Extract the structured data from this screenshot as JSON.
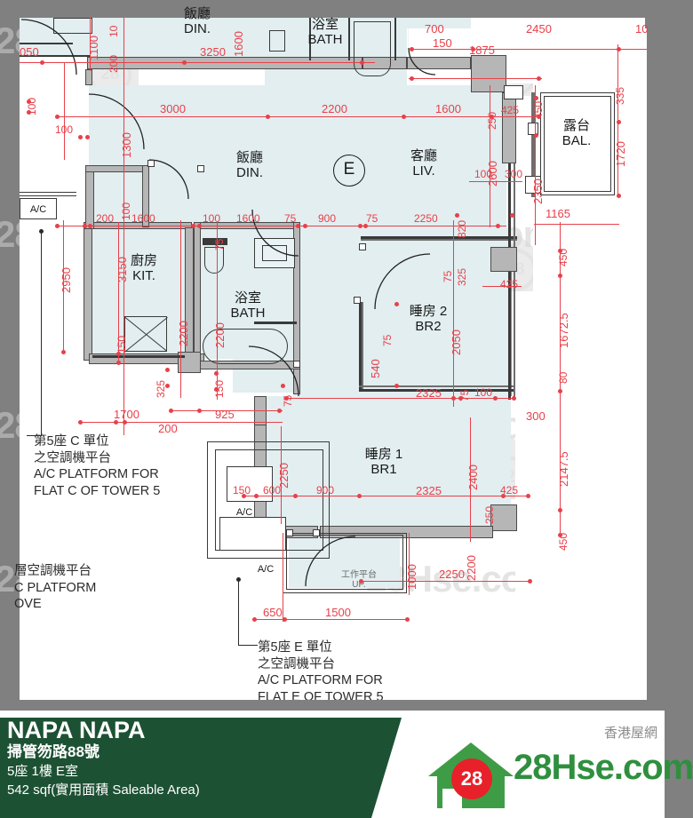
{
  "footer": {
    "title": "NAPA NAPA",
    "address": "掃管笏路88號",
    "unit": "5座 1樓 E室",
    "area": "542 sqf(實用面積 Saleable Area)",
    "brand_cn": "香港屋網",
    "brand_word": "28Hse.com",
    "brand_badge": "28",
    "brand_green": "#2f8f3e",
    "brand_red": "#e8202a",
    "panel_green": "#1d5134"
  },
  "plan": {
    "unit_marker": "E",
    "accent_dim_color": "#e8404a",
    "room_fill": "#e2eef0",
    "rooms": [
      {
        "name": "dining-top",
        "cn": "飯廳",
        "en": "DIN."
      },
      {
        "name": "bath-top",
        "cn": "浴室",
        "en": "BATH"
      },
      {
        "name": "dining",
        "cn": "飯廳",
        "en": "DIN."
      },
      {
        "name": "living",
        "cn": "客廳",
        "en": "LIV."
      },
      {
        "name": "balcony",
        "cn": "露台",
        "en": "BAL."
      },
      {
        "name": "kitchen",
        "cn": "廚房",
        "en": "KIT."
      },
      {
        "name": "bath",
        "cn": "浴室",
        "en": "BATH"
      },
      {
        "name": "bedroom-2",
        "cn": "睡房 2",
        "en": "BR2"
      },
      {
        "name": "bedroom-1",
        "cn": "睡房 1",
        "en": "BR1"
      },
      {
        "name": "utility",
        "cn": "工作平台",
        "en": "UP."
      }
    ],
    "ac_labels": [
      "A/C",
      "A/C",
      "A/C"
    ],
    "notes": [
      {
        "name": "note-flat-c",
        "lines": [
          "第5座 C 單位",
          "之空調機平台",
          "A/C PLATFORM FOR",
          "FLAT C OF TOWER 5"
        ]
      },
      {
        "name": "note-above",
        "lines": [
          "層空調機平台",
          "C PLATFORM",
          "OVE"
        ]
      },
      {
        "name": "note-flat-e",
        "lines": [
          "第5座 E 單位",
          "之空調機平台",
          "A/C PLATFORM FOR",
          "FLAT E OF TOWER 5"
        ]
      }
    ],
    "dimensions": {
      "row_top": [
        "050",
        "3250",
        "700",
        "2450",
        "10"
      ],
      "row_top2": [
        "150",
        "1875"
      ],
      "row_second": [
        "3000",
        "2200",
        "1600"
      ],
      "row_third": [
        "200",
        "1600",
        "100",
        "1600",
        "75",
        "900",
        "75",
        "2250"
      ],
      "row_fourth": [
        "925",
        "2325",
        "75",
        "100"
      ],
      "row_fifth": [
        "1700",
        "200"
      ],
      "row_br1": [
        "150",
        "600",
        "900",
        "2325",
        "425"
      ],
      "row_bottom": [
        "650",
        "1500",
        "2250"
      ],
      "left_vertical": [
        "100",
        "100",
        "2950",
        "150"
      ],
      "inner_vertical": [
        "1100",
        "10",
        "200",
        "1600",
        "100",
        "1300",
        "100",
        "3150",
        "2200",
        "2200",
        "325",
        "150",
        "75",
        "2250",
        "75"
      ],
      "right_vertical": [
        "335",
        "1720",
        "450",
        "2350",
        "1165",
        "450",
        "1672.5",
        "80",
        "300",
        "2147.5",
        "450"
      ],
      "mid_vertical": [
        "2600",
        "820",
        "250",
        "2050",
        "540",
        "2400",
        "2200",
        "1000"
      ],
      "misc": [
        "425",
        "100",
        "300",
        "325",
        "75"
      ]
    },
    "watermark_text": "28Hse.com",
    "watermark_badge": "28"
  }
}
